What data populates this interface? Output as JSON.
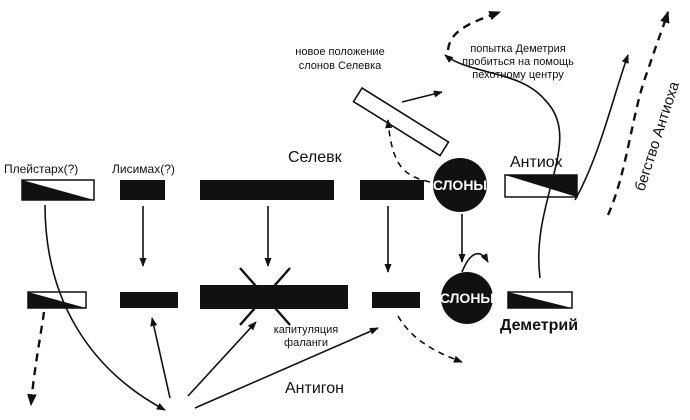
{
  "labels": {
    "seleucus": "Селевк",
    "antigonus": "Антигон",
    "antiochus": "Антиох",
    "demetrius": "Деметрий",
    "pleistarchus": "Плейстарх(?)",
    "lysimachus": "Лисимах(?)",
    "elephants_top": "СЛОНЫ",
    "elephants_bottom": "СЛОНЫ",
    "new_position_line1": "новое положение",
    "new_position_line2": "слонов Селевка",
    "attempt_line1": "попытка Деметрия",
    "attempt_line2": "пробиться на помощь",
    "attempt_line3": "пехотному центру",
    "capitulation_line1": "капитуляция",
    "capitulation_line2": "фаланги",
    "flight_antiochus": "бегство Антиоха"
  }
}
